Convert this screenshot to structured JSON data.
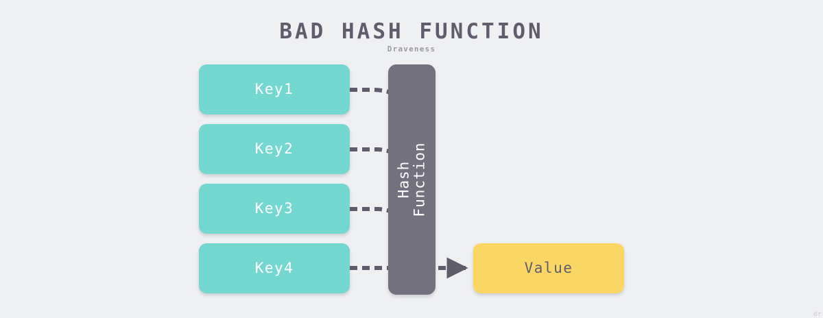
{
  "diagram": {
    "title": "BAD HASH FUNCTION",
    "subtitle": "Draveness",
    "background_color": "#eff0f2",
    "title_color": "#5f5d6b",
    "subtitle_color": "#9a9aa6",
    "watermark": "dr"
  },
  "keys": [
    {
      "label": "Key1"
    },
    {
      "label": "Key2"
    },
    {
      "label": "Key3"
    },
    {
      "label": "Key4"
    }
  ],
  "hash_box": {
    "line1": "Hash",
    "line2": "Function",
    "color": "#74717e",
    "text_color": "#ffffff"
  },
  "value_box": {
    "label": "Value",
    "color": "#fad765",
    "text_color": "#5f5d6b"
  },
  "key_style": {
    "color": "#75d8d0",
    "text_color": "#ffffff"
  },
  "connector_style": {
    "color": "#5f5d6b",
    "dash": "11 7",
    "width": 6
  }
}
